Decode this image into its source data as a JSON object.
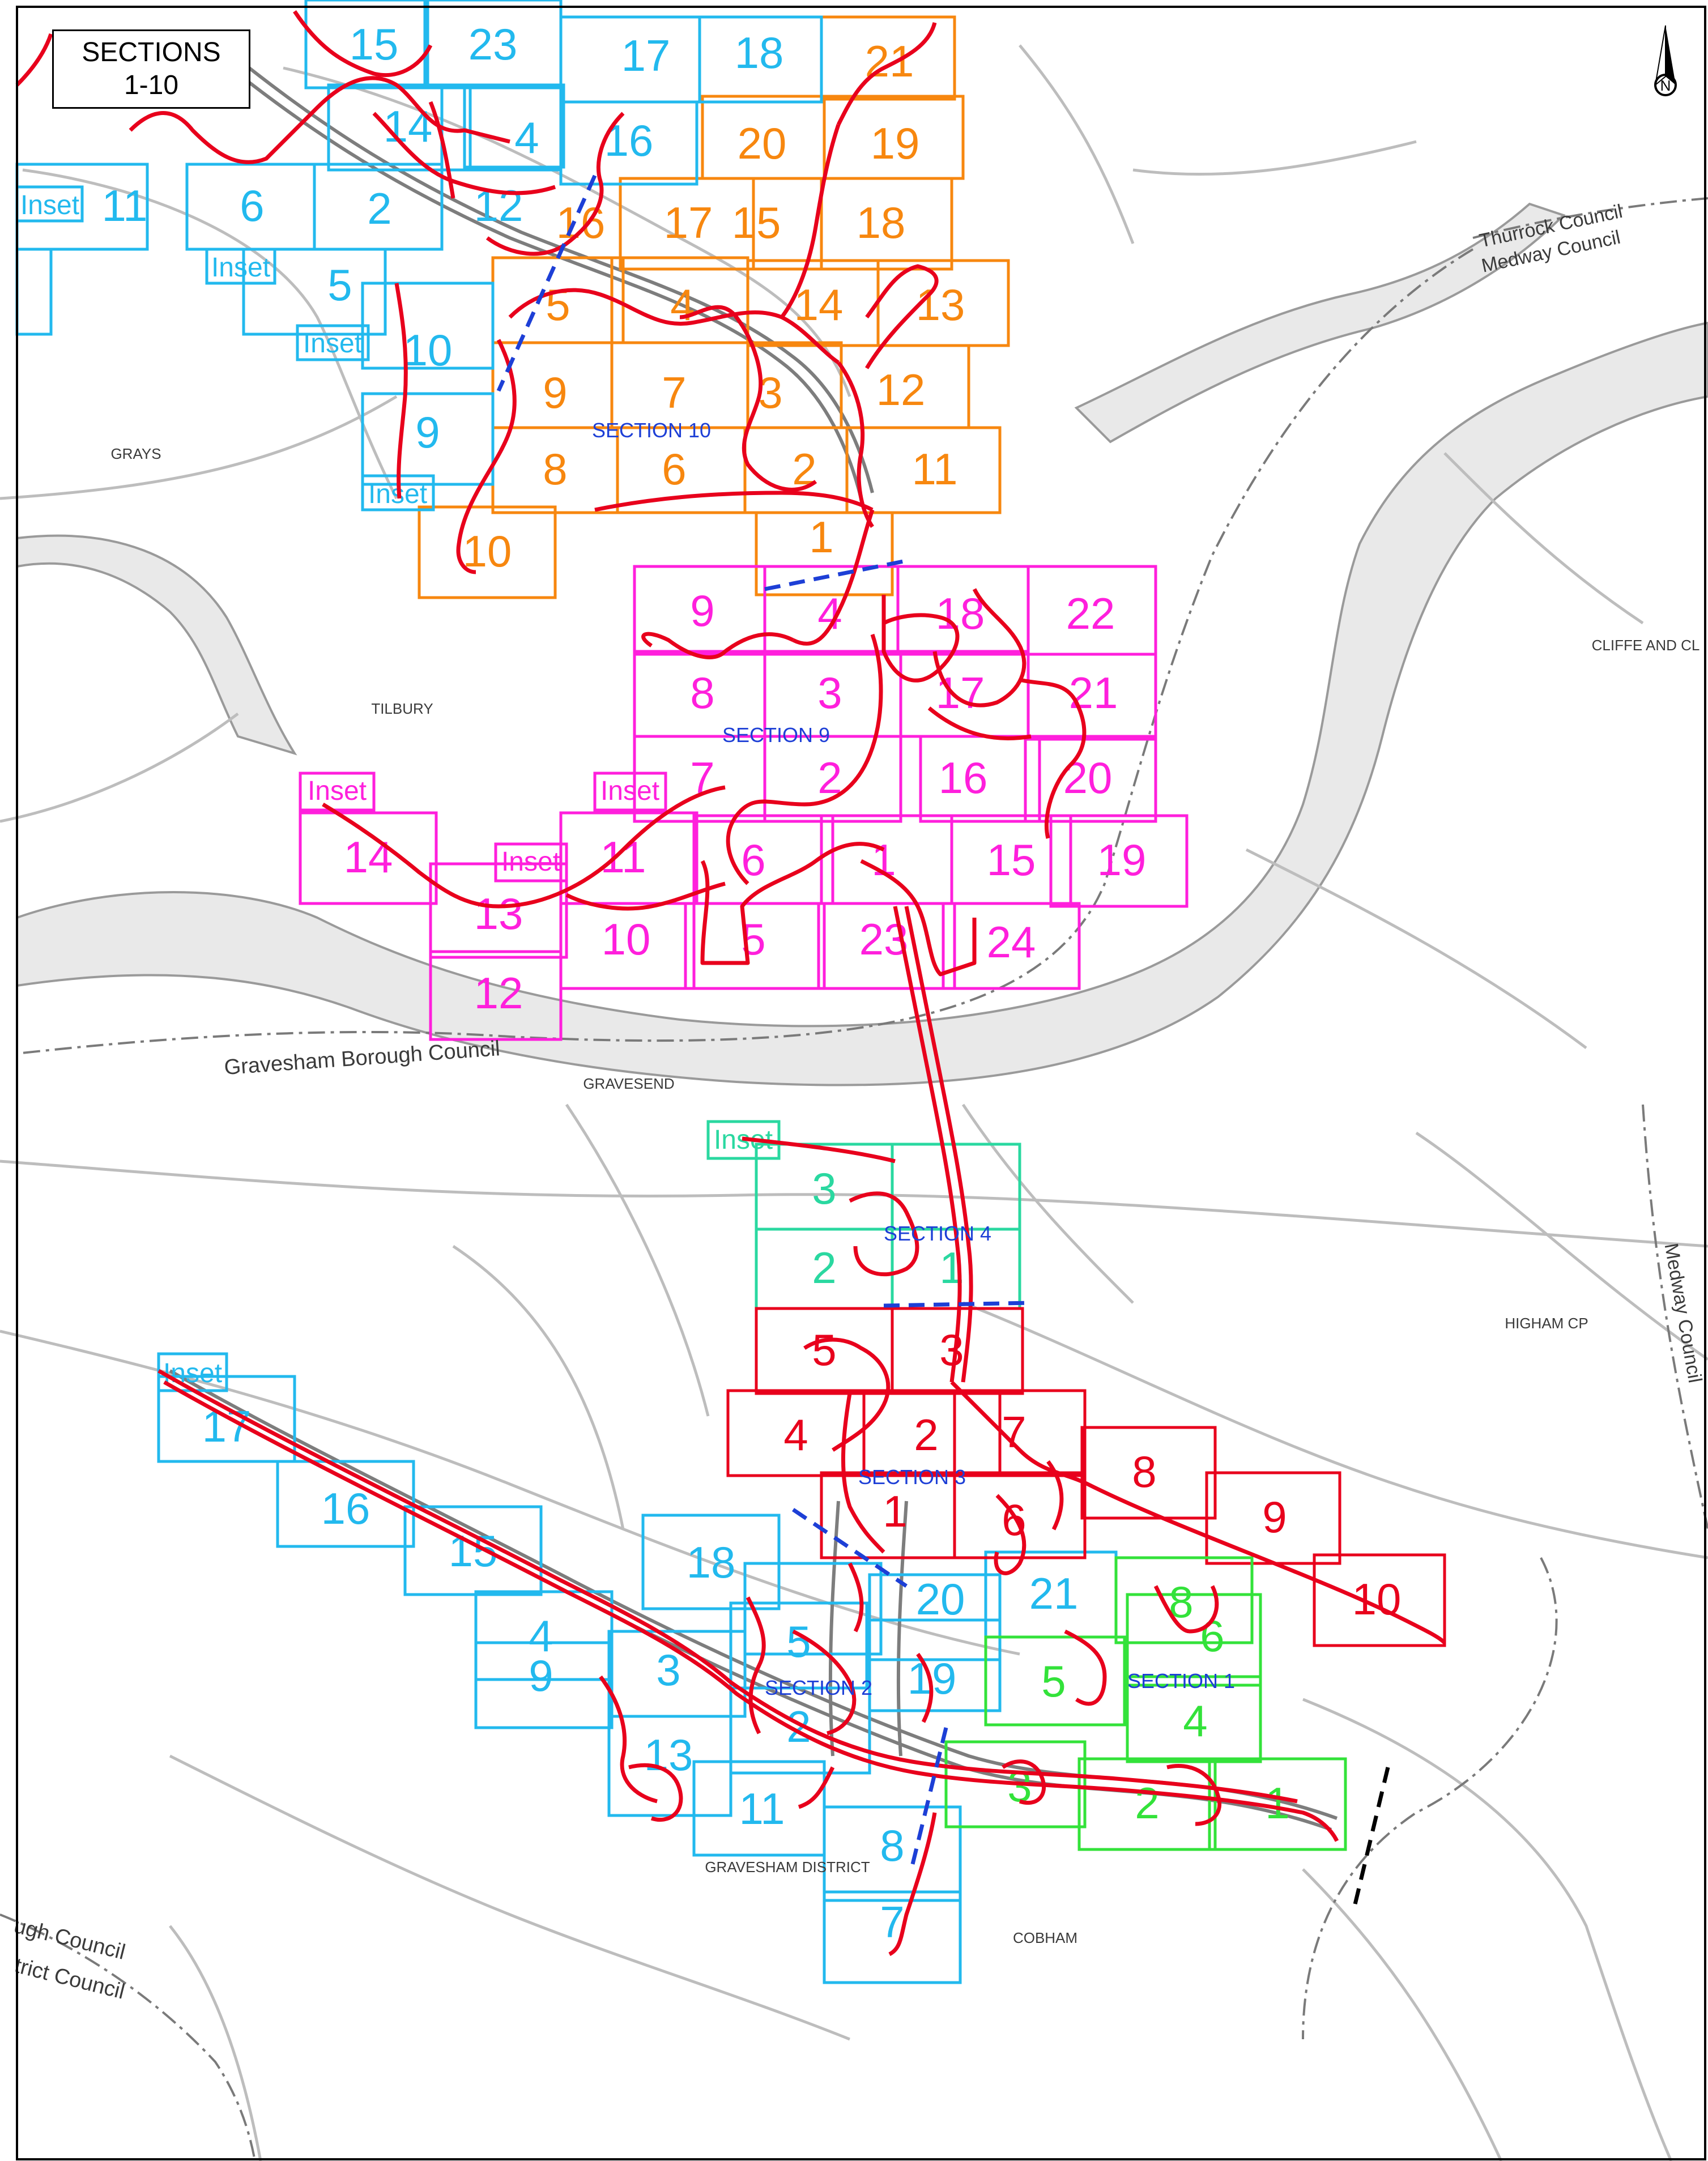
{
  "legend": {
    "line1": "SECTIONS",
    "line2": "1-10"
  },
  "colors": {
    "background": "#ffffff",
    "basemap_road": "#bdbdbd",
    "basemap_water": "#e9e9e9",
    "route": "#e8001c",
    "section_border": "#1d3fd6",
    "council_boundary": "#7a7a7a",
    "section_1": "#33e23a",
    "section_2": "#22b9ee",
    "section_3": "#e8001c",
    "section_4": "#2ad8a0",
    "section_9": "#ff1fdc",
    "section_10": "#f7870f"
  },
  "place_names": {
    "thurrock": "Thurrock Council",
    "medway": "Medway Council",
    "medway_council_vertical": "Medway Council",
    "gravesham": "Gravesham Borough Council",
    "tilbury": "TILBURY",
    "grays": "GRAYS",
    "gravesend": "GRAVESEND",
    "gravesham_district": "GRAVESHAM DISTRICT",
    "cobham": "COBHAM",
    "higham_cp": "HIGHAM CP",
    "cliffe": "CLIFFE AND CL",
    "borough_council_sw": "ugh Council",
    "district_council_sw": "trict Council"
  },
  "section_labels": {
    "s10": "SECTION 10",
    "s9": "SECTION 9",
    "s4": "SECTION 4",
    "s3": "SECTION 3",
    "s2": "SECTION 2",
    "s1": "SECTION 1"
  },
  "inset_label": "Inset",
  "sheets": {
    "s2": [
      "23",
      "17",
      "18",
      "15",
      "14",
      "16",
      "12",
      "11",
      "6",
      "2",
      "5",
      "10",
      "9",
      "4",
      "Inset",
      "Inset",
      "Inset",
      "Inset",
      "17",
      "16",
      "15",
      "4",
      "9",
      "3",
      "5",
      "2",
      "13",
      "11",
      "8",
      "7",
      "18",
      "19",
      "20",
      "21",
      "Inset"
    ],
    "s10": [
      "21",
      "20",
      "19",
      "17",
      "15",
      "18",
      "16",
      "13",
      "14",
      "5",
      "4",
      "9",
      "7",
      "3",
      "12",
      "8",
      "6",
      "2",
      "11",
      "1",
      "10"
    ],
    "s9": [
      "9",
      "4",
      "18",
      "22",
      "8",
      "3",
      "17",
      "21",
      "7",
      "2",
      "16",
      "20",
      "6",
      "1",
      "15",
      "19",
      "14",
      "13",
      "11",
      "10",
      "5",
      "23",
      "24",
      "12",
      "Inset",
      "Inset",
      "Inset"
    ],
    "s4": [
      "Inset",
      "3",
      "2",
      "1"
    ],
    "s3": [
      "5",
      "3",
      "4",
      "2",
      "7",
      "8",
      "9",
      "10",
      "1",
      "6"
    ],
    "s1": [
      "8",
      "6",
      "5",
      "4",
      "3",
      "2",
      "1"
    ]
  }
}
